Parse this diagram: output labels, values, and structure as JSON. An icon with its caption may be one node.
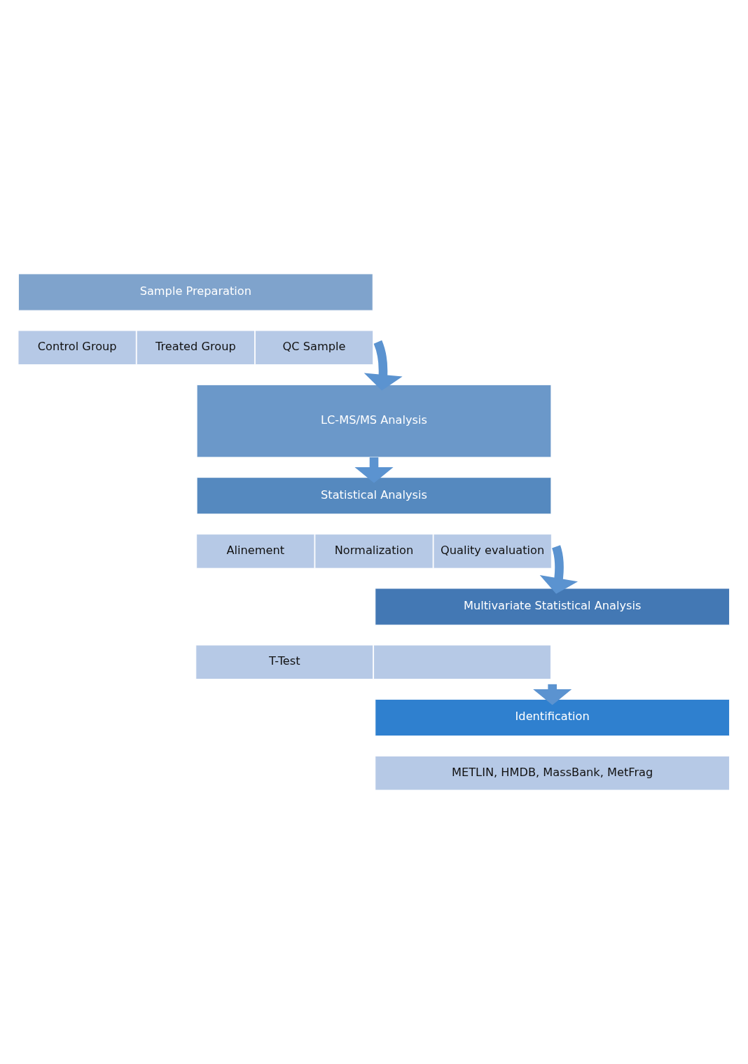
{
  "diagram": {
    "nodes": [
      {
        "text": [
          "Sample Preparation"
        ]
      },
      {
        "text": [
          "Control Group"
        ]
      },
      {
        "text": [
          "Treated Group"
        ]
      },
      {
        "text": [
          "QC Sample"
        ]
      },
      {
        "text": [
          "LC-MS/MS Analysis"
        ]
      },
      {
        "text": [
          "Statistical Analysis"
        ]
      },
      {
        "text": [
          "Alinement"
        ]
      },
      {
        "text": [
          "Normalization"
        ]
      },
      {
        "text": [
          "Quality evaluation"
        ]
      },
      {
        "text": [
          "Multivariate Statistical Analysis"
        ]
      },
      {
        "text": [
          "T-Test"
        ]
      },
      {
        "text": [],
        "shape": "box"
      },
      {
        "text": [
          "Identification"
        ]
      },
      {
        "text": [
          "METLIN, HMDB, MassBank, MetFrag"
        ]
      }
    ],
    "edges": [
      {
        "from": 0,
        "to": 4,
        "arrow": "to"
      },
      {
        "from": 4,
        "to": 5,
        "arrow": "to"
      },
      {
        "from": 5,
        "to": 9,
        "arrow": "to"
      },
      {
        "from": 9,
        "to": 12,
        "arrow": "to"
      }
    ]
  }
}
